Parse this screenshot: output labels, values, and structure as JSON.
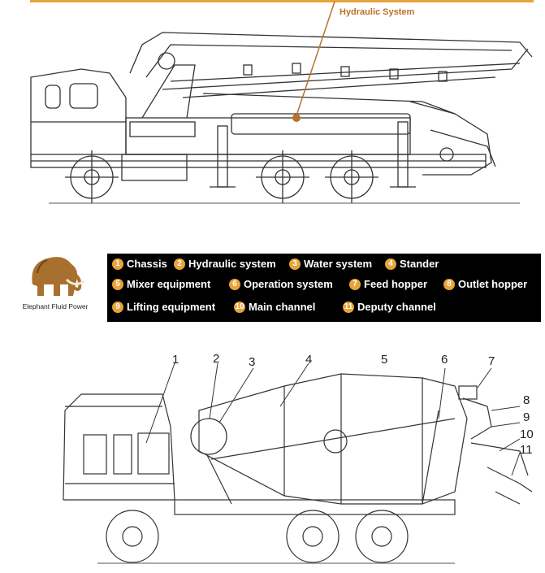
{
  "top_diagram": {
    "callout": "Hydraulic System",
    "accent": "#e8a33a"
  },
  "logo": {
    "text": "Elephant Fluid Power",
    "icon": "mammoth-logo-icon"
  },
  "legend": {
    "background": "#000000",
    "number_color": "#e8a33a",
    "items": [
      {
        "num": "1",
        "label": "Chassis"
      },
      {
        "num": "2",
        "label": "Hydraulic system"
      },
      {
        "num": "3",
        "label": "Water system"
      },
      {
        "num": "4",
        "label": "Stander"
      },
      {
        "num": "5",
        "label": "Mixer equipment"
      },
      {
        "num": "6",
        "label": "Operation system"
      },
      {
        "num": "7",
        "label": "Feed hopper"
      },
      {
        "num": "8",
        "label": "Outlet hopper"
      },
      {
        "num": "9",
        "label": "Lifting equipment"
      },
      {
        "num": "10",
        "label": "Main channel"
      },
      {
        "num": "11",
        "label": "Deputy channel"
      }
    ]
  },
  "mixer_numbers": [
    "1",
    "2",
    "3",
    "4",
    "5",
    "6",
    "7",
    "8",
    "9",
    "10",
    "11"
  ]
}
